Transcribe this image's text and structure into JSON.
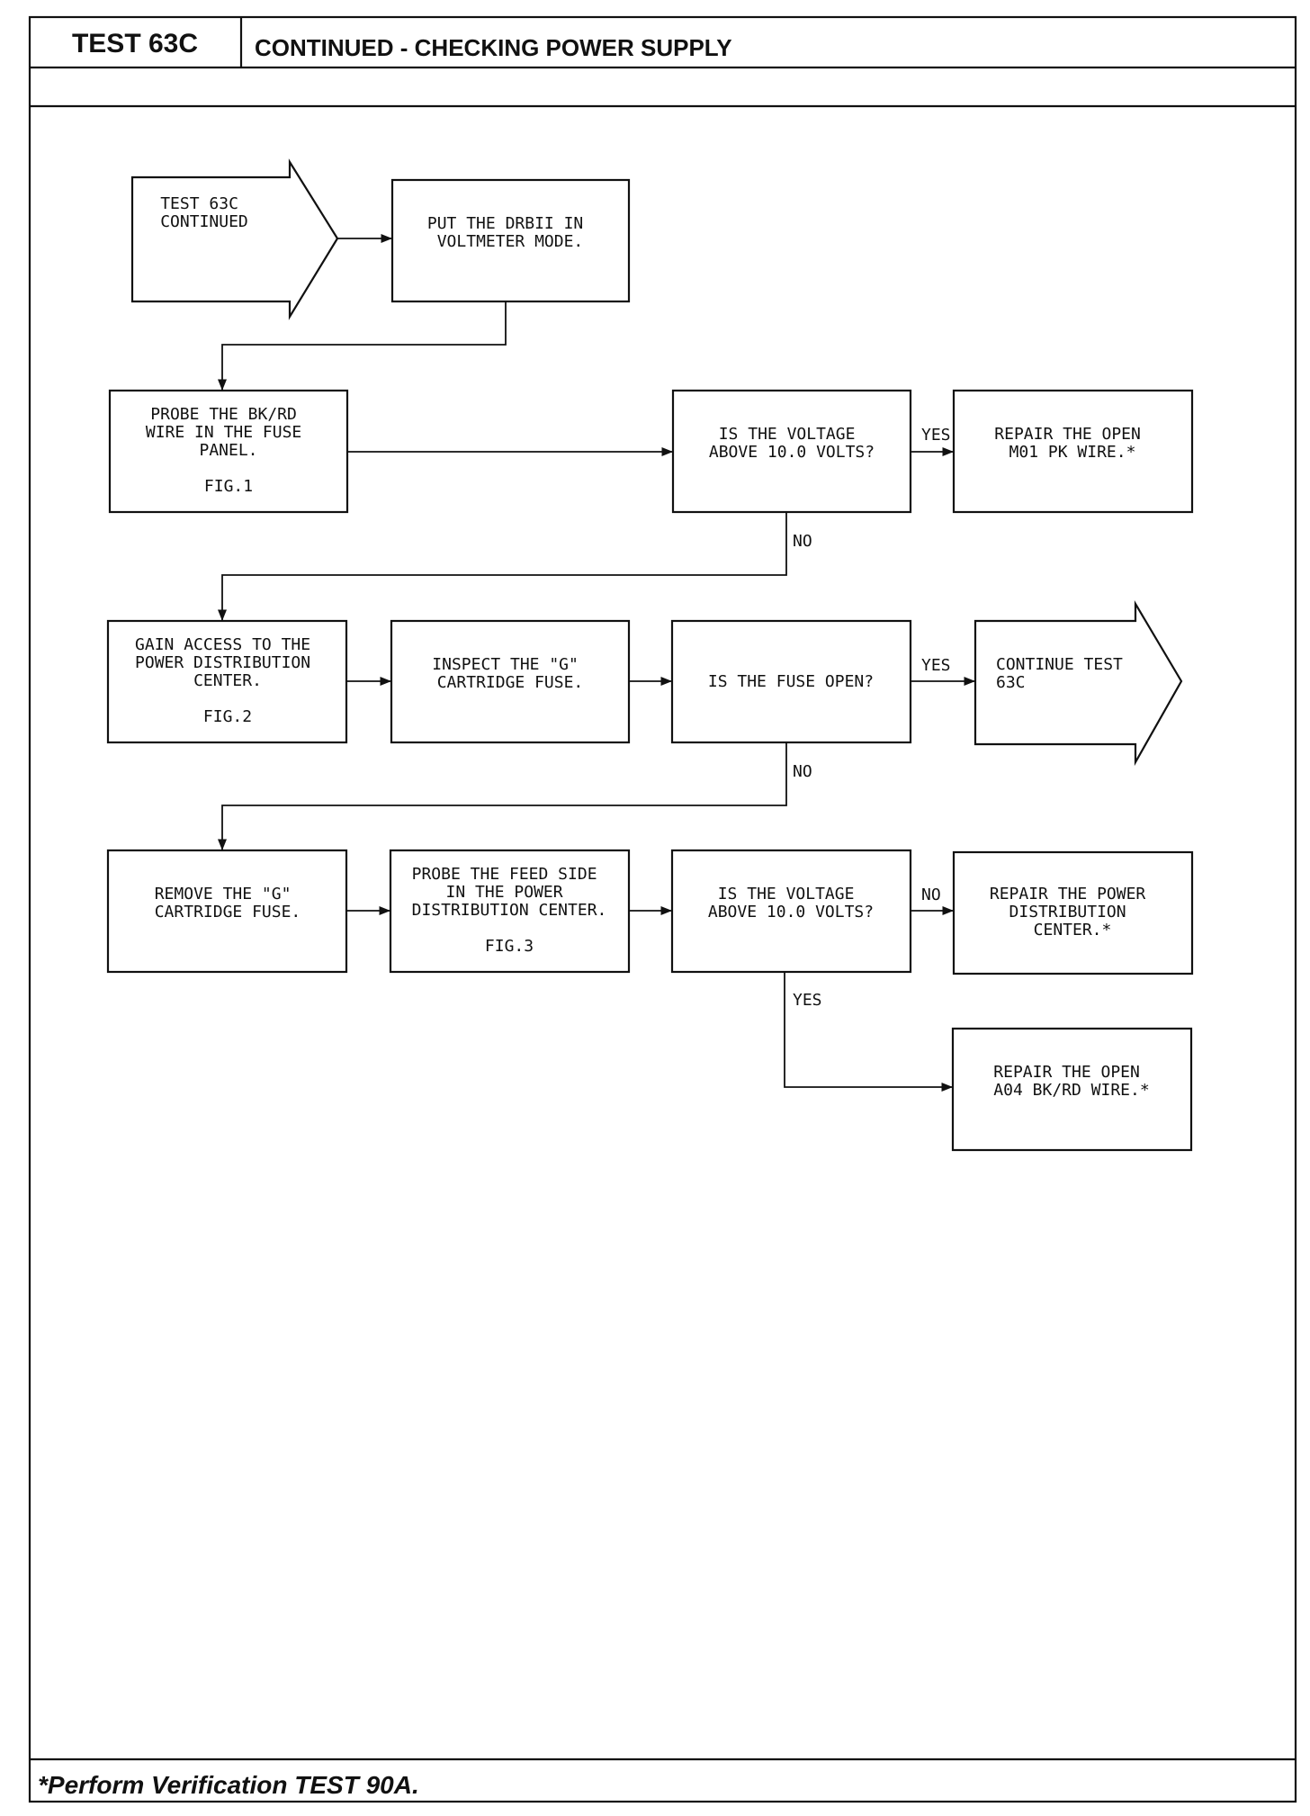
{
  "header": {
    "test_id": "TEST 63C",
    "title": "CONTINUED - CHECKING POWER SUPPLY"
  },
  "footer": {
    "note": "*Perform Verification TEST 90A."
  },
  "nodes": {
    "start": {
      "lines": [
        "TEST 63C",
        "CONTINUED"
      ]
    },
    "put_drbii": {
      "lines": [
        "PUT THE DRBII IN",
        "VOLTMETER MODE."
      ]
    },
    "probe_bkrd": {
      "lines": [
        "PROBE THE BK/RD",
        "WIRE IN THE FUSE",
        "PANEL."
      ],
      "fig": "FIG.1"
    },
    "q_voltage_1": {
      "lines": [
        "IS THE VOLTAGE",
        "ABOVE 10.0 VOLTS?"
      ]
    },
    "repair_m01": {
      "lines": [
        "REPAIR THE OPEN",
        "M01 PK WIRE.*"
      ]
    },
    "gain_access": {
      "lines": [
        "GAIN ACCESS TO THE",
        "POWER DISTRIBUTION",
        "CENTER."
      ],
      "fig": "FIG.2"
    },
    "inspect_g": {
      "lines": [
        "INSPECT THE \"G\"",
        "CARTRIDGE FUSE."
      ]
    },
    "q_fuse_open": {
      "lines": [
        "IS THE FUSE OPEN?"
      ]
    },
    "continue_test": {
      "lines": [
        "CONTINUE TEST",
        "63C"
      ]
    },
    "remove_g": {
      "lines": [
        "REMOVE THE \"G\"",
        "CARTRIDGE FUSE."
      ]
    },
    "probe_feed": {
      "lines": [
        "PROBE THE FEED SIDE",
        "IN THE POWER",
        "DISTRIBUTION CENTER."
      ],
      "fig": "FIG.3"
    },
    "q_voltage_2": {
      "lines": [
        "IS THE VOLTAGE",
        "ABOVE 10.0 VOLTS?"
      ]
    },
    "repair_pdc": {
      "lines": [
        "REPAIR THE POWER",
        "DISTRIBUTION",
        "CENTER.*"
      ]
    },
    "repair_a04": {
      "lines": [
        "REPAIR THE OPEN",
        "A04 BK/RD WIRE.*"
      ]
    }
  },
  "edges": [
    {
      "id": "start-to-put",
      "from": "start",
      "to": "put_drbii",
      "label": ""
    },
    {
      "id": "put-to-probe",
      "from": "put_drbii",
      "to": "probe_bkrd",
      "label": ""
    },
    {
      "id": "probe-to-q1",
      "from": "probe_bkrd",
      "to": "q_voltage_1",
      "label": ""
    },
    {
      "id": "q1-yes",
      "from": "q_voltage_1",
      "to": "repair_m01",
      "label": "YES"
    },
    {
      "id": "q1-no",
      "from": "q_voltage_1",
      "to": "gain_access",
      "label": "NO"
    },
    {
      "id": "gain-to-inspect",
      "from": "gain_access",
      "to": "inspect_g",
      "label": ""
    },
    {
      "id": "inspect-to-q2",
      "from": "inspect_g",
      "to": "q_fuse_open",
      "label": ""
    },
    {
      "id": "q2-yes",
      "from": "q_fuse_open",
      "to": "continue_test",
      "label": "YES"
    },
    {
      "id": "q2-no",
      "from": "q_fuse_open",
      "to": "remove_g",
      "label": "NO"
    },
    {
      "id": "remove-to-probe",
      "from": "remove_g",
      "to": "probe_feed",
      "label": ""
    },
    {
      "id": "probe-to-q3",
      "from": "probe_feed",
      "to": "q_voltage_2",
      "label": ""
    },
    {
      "id": "q3-no",
      "from": "q_voltage_2",
      "to": "repair_pdc",
      "label": "NO"
    },
    {
      "id": "q3-yes",
      "from": "q_voltage_2",
      "to": "repair_a04",
      "label": "YES"
    }
  ]
}
